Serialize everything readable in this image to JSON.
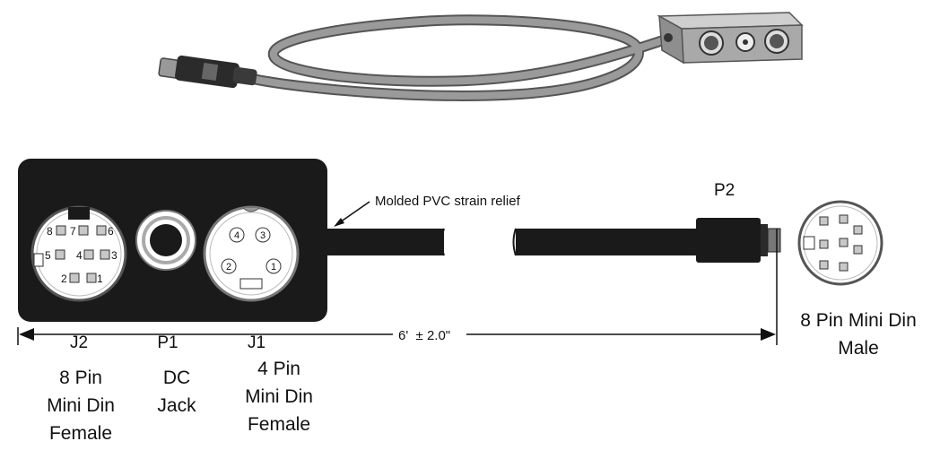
{
  "diagram": {
    "strain_relief_label": "Molded PVC strain relief",
    "p2_label": "P2",
    "length_label": "6'  ± 2.0\"",
    "j2": {
      "code": "J2",
      "desc": "8 Pin\nMini Din\nFemale",
      "pins": [
        "8",
        "7",
        "6",
        "5",
        "4",
        "3",
        "2",
        "1"
      ]
    },
    "p1": {
      "code": "P1",
      "desc": "DC\nJack"
    },
    "j1": {
      "code": "J1",
      "desc": "4 Pin\nMini Din\nFemale",
      "pins": [
        "4",
        "3",
        "2",
        "1"
      ]
    },
    "male": {
      "desc": "8 Pin Mini Din\nMale"
    },
    "colors": {
      "box": "#1a1a1a",
      "cable": "#1a1a1a",
      "photo_cable": "#8c8c8c",
      "photo_box": "#a6a6a6",
      "pin_fill": "#c8c8c8"
    }
  }
}
